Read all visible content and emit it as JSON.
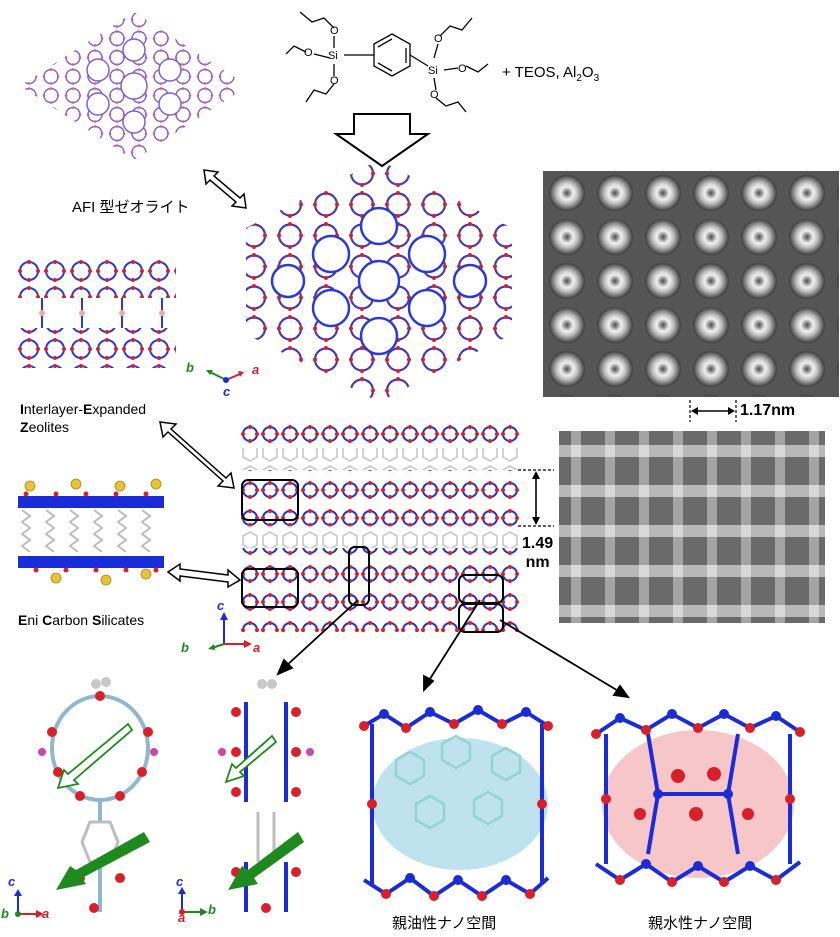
{
  "reagent": {
    "plus_text": "+ TEOS, Al",
    "plus_sub": "2",
    "plus_o": "O",
    "plus_sub2": "3",
    "atom_si": "Si",
    "atom_o": "O"
  },
  "labels": {
    "afi": "AFI 型ゼオライト",
    "iez_line1": [
      "I",
      "nterlayer-",
      "E",
      "xpanded"
    ],
    "iez_line2": [
      "Z",
      "eolites"
    ],
    "ecs": [
      "E",
      "ni ",
      "C",
      "arbon ",
      "S",
      "ilicates"
    ],
    "hydrophobic": "親油性ナノ空間",
    "hydrophilic": "親水性ナノ空間"
  },
  "measurements": {
    "pore_spacing": "1.17nm",
    "layer_spacing_value": "1.49",
    "layer_spacing_unit": "nm"
  },
  "axes": {
    "a": "a",
    "b": "b",
    "c": "c"
  },
  "colors": {
    "oxygen": "#d8202a",
    "silicon_blue": "#1a2bd8",
    "silicon_light": "#8fb8cc",
    "carbon": "#c8c8c8",
    "sodium": "#e8c23a",
    "hydrophobic_cloud": "#bfe3ee",
    "hydrophilic_cloud": "#f6c6c8",
    "arrow_green": "#1e8a1e"
  }
}
